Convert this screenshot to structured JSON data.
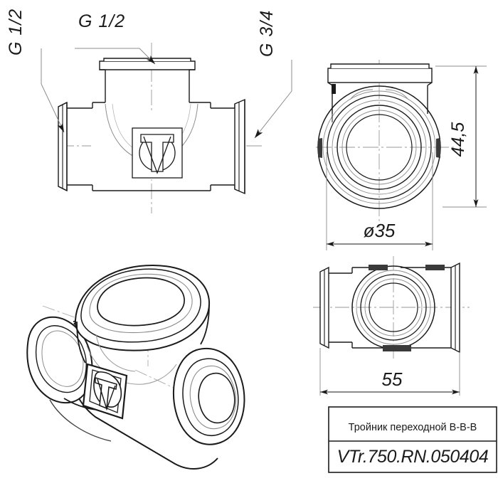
{
  "document": {
    "type": "engineering-drawing",
    "sheet_background": "#ffffff",
    "line_color": "#1a1a1a",
    "thin_line_color": "#8c8c8c",
    "centerline_color": "#9a9a9a"
  },
  "title_block": {
    "description": "Тройник переходной В-В-В",
    "article_code": "VTr.750.RN.050404"
  },
  "annotations": {
    "thread_top": "G 1/2",
    "thread_left": "G 1/2",
    "thread_right": "G 3/4"
  },
  "dimensions": {
    "diameter": "ø35",
    "height": "44,5",
    "length": "55"
  },
  "views": {
    "front_view_label": "front-section-view",
    "end_view_label": "end-view",
    "side_view_label": "side-view",
    "isometric_label": "isometric-view"
  },
  "branding": {
    "logo_name": "valtec-vt-logo"
  }
}
